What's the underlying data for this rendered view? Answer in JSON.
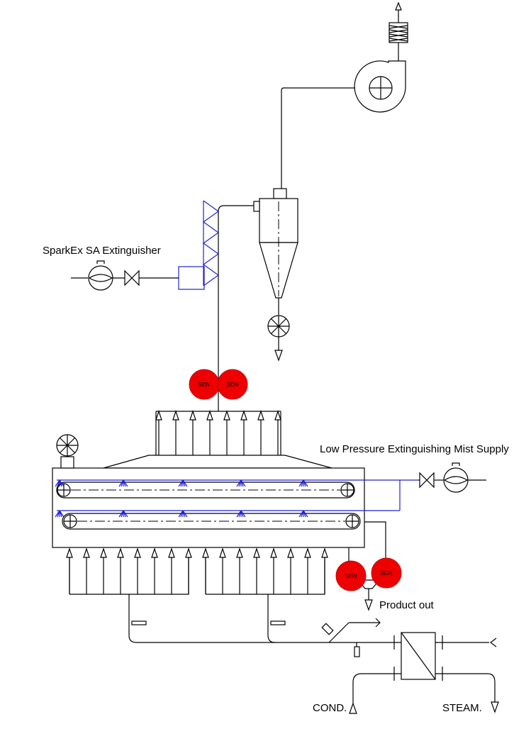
{
  "labels": {
    "sparkex": "SparkEx SA Extinguisher",
    "mist": "Low Pressure Extinguishing Mist Supply",
    "product_out": "Product out",
    "cond": "COND.",
    "steam": "STEAM.",
    "sdn": "SDN"
  },
  "colors": {
    "detector_red": "#ee0000",
    "line_black": "#000000",
    "mist_blue": "#2222cc"
  }
}
